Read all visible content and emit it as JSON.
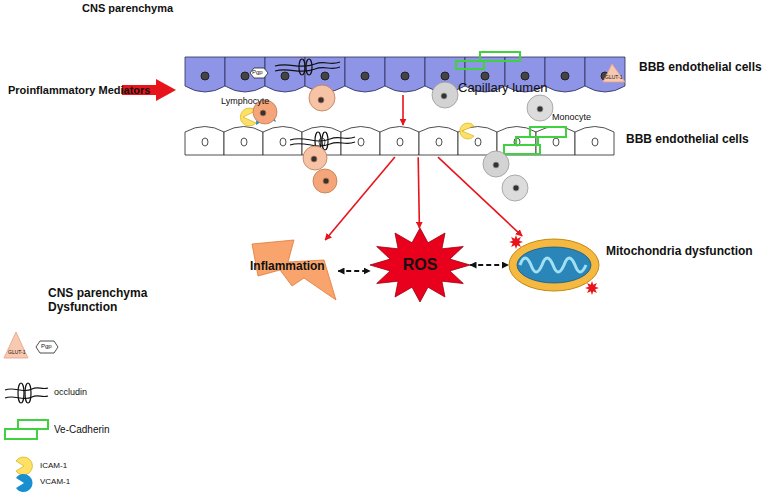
{
  "diagram": {
    "nodes": [
      {
        "text": [
          "BBB endothelial cells"
        ]
      },
      {
        "text": [
          "BBB endothelial cells"
        ]
      },
      {
        "text": [
          "Inflammation"
        ]
      },
      {
        "text": [
          "ROS"
        ]
      },
      {
        "text": [
          "Mitochondria dysfunction"
        ]
      }
    ],
    "edges": [
      {
        "from": 0,
        "to": 1,
        "arrow": "to"
      },
      {
        "from": 1,
        "to": 2,
        "arrow": "to"
      },
      {
        "from": 1,
        "to": 3,
        "arrow": "to"
      },
      {
        "from": 1,
        "to": 4,
        "arrow": "to"
      },
      {
        "from": 2,
        "to": 3,
        "arrow": "both"
      },
      {
        "from": 3,
        "to": 4,
        "arrow": "both"
      }
    ],
    "labels": [
      "CNS parenchyma",
      "Proinflammatory Mediators",
      "Lymphocyte",
      "Capillary lumen",
      "Monocyte",
      "CNS parenchyma Dysfunction",
      "Pgp",
      "GLUT-1",
      "GLUT-1",
      "Pgp"
    ],
    "legend": [
      {
        "text": "occludin"
      },
      {
        "text": "Ve-Cadherin"
      },
      {
        "text": "ICAM-1"
      },
      {
        "text": "VCAM-1"
      }
    ]
  }
}
